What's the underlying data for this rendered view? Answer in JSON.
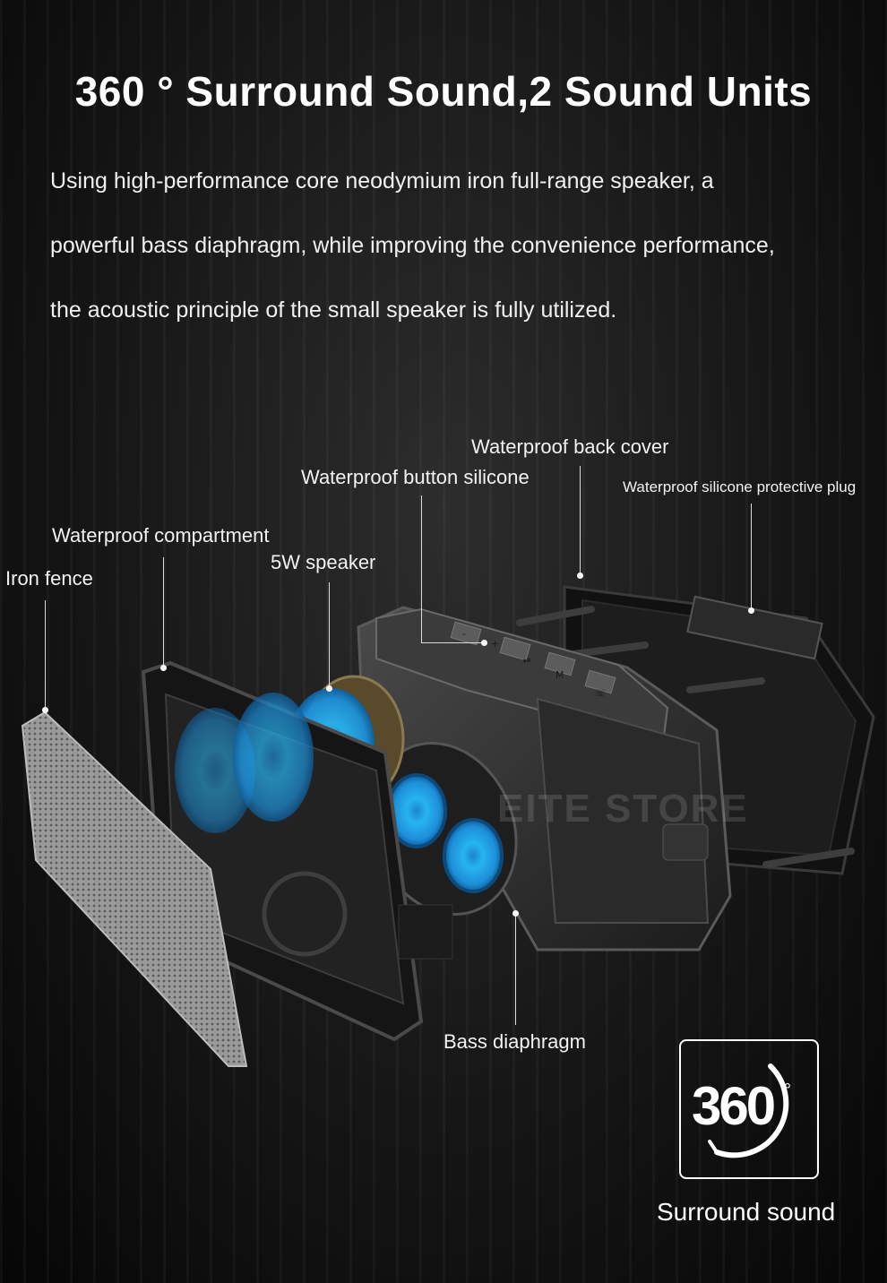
{
  "title": "360 ° Surround Sound,2 Sound Units",
  "description": [
    "Using high-performance core neodymium iron full-range speaker, a",
    "powerful bass diaphragm, while improving the convenience performance,",
    "the acoustic principle of the small speaker is fully utilized."
  ],
  "labels": {
    "iron_fence": "Iron fence",
    "waterproof_compartment": "Waterproof compartment",
    "speaker_5w": "5W speaker",
    "waterproof_button_silicone": "Waterproof button silicone",
    "waterproof_back_cover": "Waterproof back cover",
    "waterproof_plug": "Waterproof silicone protective plug",
    "bass_diaphragm": "Bass diaphragm"
  },
  "buttons_on_speaker": [
    "-",
    "+",
    "⏯",
    "M",
    "☏"
  ],
  "watermark": "EITE STORE",
  "badge": {
    "number": "360",
    "degree": "°",
    "caption": "Surround sound"
  },
  "colors": {
    "accent_blue": "#1e9be0",
    "background": "#141414"
  }
}
